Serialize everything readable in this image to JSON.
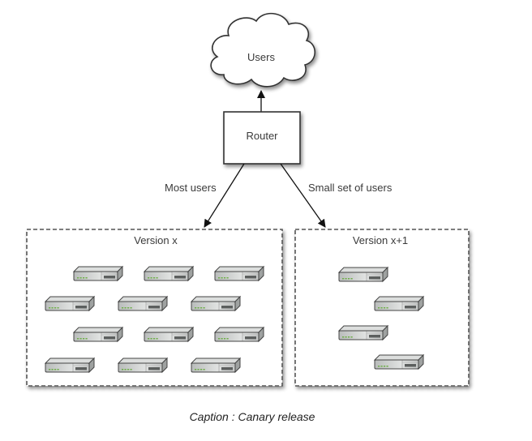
{
  "diagram": {
    "users_node": {
      "label": "Users",
      "shape": "cloud"
    },
    "router_node": {
      "label": "Router",
      "shape": "box"
    },
    "edges": [
      {
        "from": "router",
        "to": "users",
        "label": ""
      },
      {
        "from": "router",
        "to": "version_x",
        "label": "Most users"
      },
      {
        "from": "router",
        "to": "version_x1",
        "label": "Small set of users"
      }
    ],
    "groups": [
      {
        "id": "version_x",
        "label": "Version x",
        "server_count": 12
      },
      {
        "id": "version_x1",
        "label": "Version x+1",
        "server_count": 4
      }
    ],
    "caption": "Caption : Canary release",
    "colors": {
      "stroke": "#333333",
      "server_body": "#c8c8c8",
      "server_led": "#6fae4a",
      "dashed_border": "#555555"
    }
  }
}
